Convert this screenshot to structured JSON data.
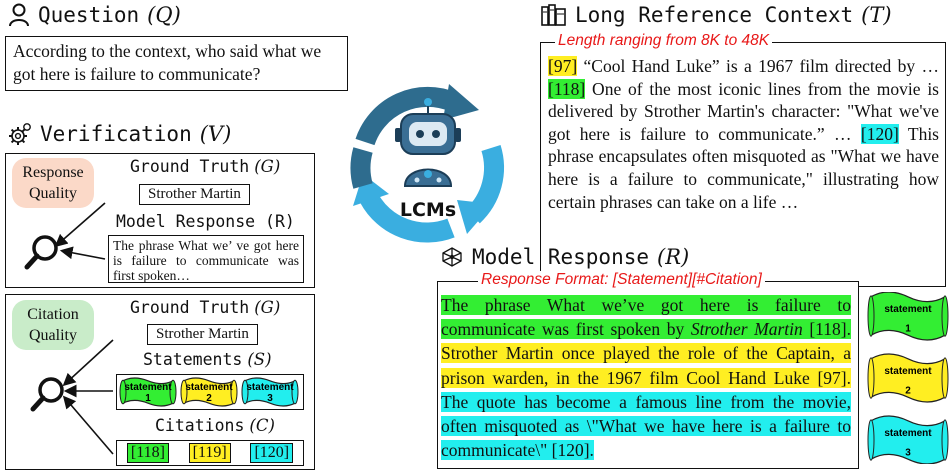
{
  "question": {
    "title": "Question",
    "symbol": "(Q)",
    "icon": "person-icon",
    "text": "According to the context, who said what we got here is failure to communicate?"
  },
  "context": {
    "title": "Long Reference Context",
    "symbol": "(T)",
    "icon": "books-icon",
    "caption": "Length ranging from 8K to 48K",
    "segments": [
      {
        "text": "[97]",
        "hl": "y"
      },
      {
        "text": " “Cool Hand Luke” is a 1967 film directed by … ",
        "hl": ""
      },
      {
        "text": "[118]",
        "hl": "g"
      },
      {
        "text": " One of the most iconic lines from the movie is delivered by Strother Martin's character: \"What we've got here is failure to communicate.” … ",
        "hl": ""
      },
      {
        "text": "[120]",
        "hl": "c"
      },
      {
        "text": " This phrase encapsulates often misquoted as \"What we have here is a failure to communicate,\" illustrating how certain phrases can take on a life …",
        "hl": ""
      }
    ]
  },
  "center": {
    "label": "LCMs",
    "icon": "robot-icon"
  },
  "verification": {
    "title": "Verification",
    "symbol": "(V)",
    "icon": "gear-icon",
    "response_quality": {
      "label": "Response Quality",
      "gt_title": "Ground Truth",
      "gt_symbol": "(G)",
      "gt_value": "Strother Martin",
      "mr_title": "Model Response (R)",
      "mr_text": "The phrase What we’ ve got here is failure to communicate was first spoken…"
    },
    "citation_quality": {
      "label": "Citation Quality",
      "gt_title": "Ground Truth",
      "gt_symbol": "(G)",
      "gt_value": "Strother Martin",
      "st_title": "Statements",
      "st_symbol": "(S)",
      "statements": [
        {
          "word": "statement",
          "num": "1",
          "color": "#33ee33"
        },
        {
          "word": "statement",
          "num": "2",
          "color": "#ffee22"
        },
        {
          "word": "statement",
          "num": "3",
          "color": "#22eeee"
        }
      ],
      "ct_title": "Citations",
      "ct_symbol": "(C)",
      "citations": [
        {
          "text": "[118]",
          "hl": "g"
        },
        {
          "text": "[119]",
          "hl": "y"
        },
        {
          "text": "[120]",
          "hl": "c"
        }
      ]
    }
  },
  "response": {
    "title": "Model Response",
    "symbol": "(R)",
    "icon": "network-icon",
    "caption": "Response Format: [Statement][#Citation]",
    "segments": [
      {
        "text": "The phrase What we’ve got here is failure to communicate was first spoken by ",
        "hl": "g",
        "italic": false
      },
      {
        "text": "Strother Martin",
        "hl": "g",
        "italic": true
      },
      {
        "text": " [118].",
        "hl": "g",
        "italic": false
      },
      {
        "text": " Strother Martin once played the role of the Captain, a prison warden, in the 1967 film Cool Hand Luke [97].",
        "hl": "y",
        "italic": false
      },
      {
        "text": " The quote has become a famous line from the movie, often misquoted as \\\"What we have here is a failure to communicate\\\" [120].",
        "hl": "c",
        "italic": false
      }
    ],
    "scrolls": [
      {
        "word": "statement",
        "num": "1",
        "color": "#33ee33"
      },
      {
        "word": "statement",
        "num": "2",
        "color": "#ffee22"
      },
      {
        "word": "statement",
        "num": "3",
        "color": "#22eeee"
      }
    ]
  },
  "colors": {
    "green": "#33ee33",
    "yellow": "#ffee22",
    "cyan": "#22eeee",
    "caption_red": "#e81818",
    "response_pill": "#fbd9c8",
    "citation_pill": "#c9ecc9",
    "cycle_dark": "#2e6c8e",
    "cycle_light": "#3aaee0"
  }
}
